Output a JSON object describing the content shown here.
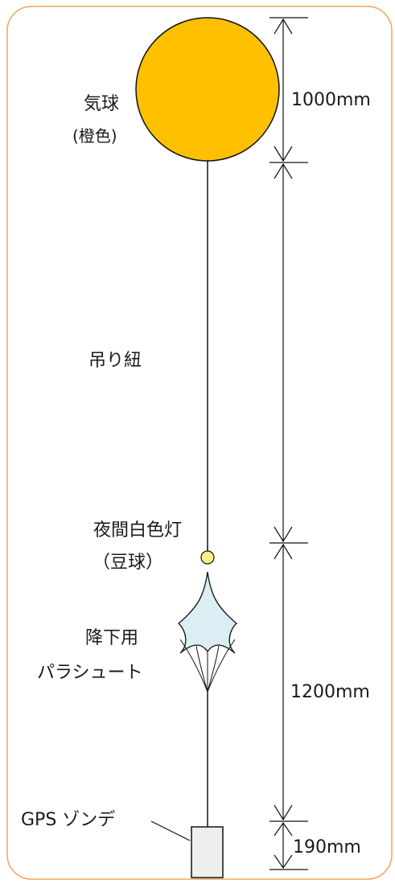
{
  "labels": {
    "balloon_line1": "気球",
    "balloon_line2": "(橙色)",
    "string": "吊り紐",
    "lamp_line1": "夜間白色灯",
    "lamp_line2": "（豆球）",
    "parachute_line1": "降下用",
    "parachute_line2": "パラシュート",
    "gps": "GPS ゾンデ"
  },
  "dimensions": {
    "balloon": "1000mm",
    "lower": "1200mm",
    "sonde": "190mm"
  },
  "colors": {
    "frame": "#f5a35a",
    "balloon_fill": "#ffc000",
    "lamp_fill": "#ffee88",
    "parachute_fill": "#daeef3",
    "sonde_fill": "#eeeeee",
    "line": "#111111"
  }
}
